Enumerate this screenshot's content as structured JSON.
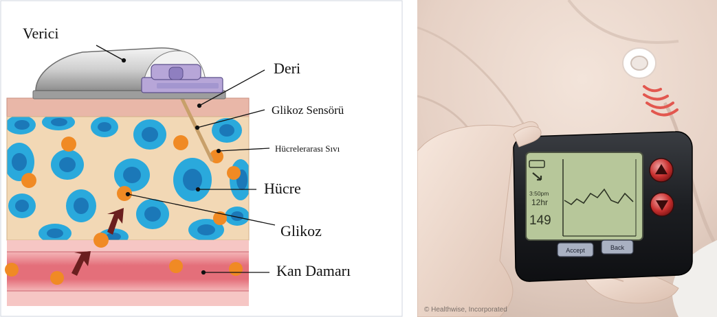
{
  "diagram": {
    "labels": {
      "transmitter": "Verici",
      "skin": "Deri",
      "sensor": "Glikoz Sensörü",
      "interstitial_fluid": "Hücrelerarası Sıvı",
      "cell": "Hücre",
      "glucose": "Glikoz",
      "blood_vessel": "Kan Damarı"
    }
  },
  "device": {
    "time": "3:50pm",
    "range": "12hr",
    "reading": "149",
    "accept_label": "Accept",
    "back_label": "Back",
    "credit": "© Healthwise, Incorporated"
  },
  "colors": {
    "skin": "#e9b7a8",
    "tissue": "#f2d8b5",
    "cell": "#2aa9dc",
    "cell_nucleus": "#1b78b8",
    "glucose": "#f08a24",
    "vessel": "#e67a84",
    "arrow": "#6b1f1f",
    "screen": "#b7c79a"
  }
}
